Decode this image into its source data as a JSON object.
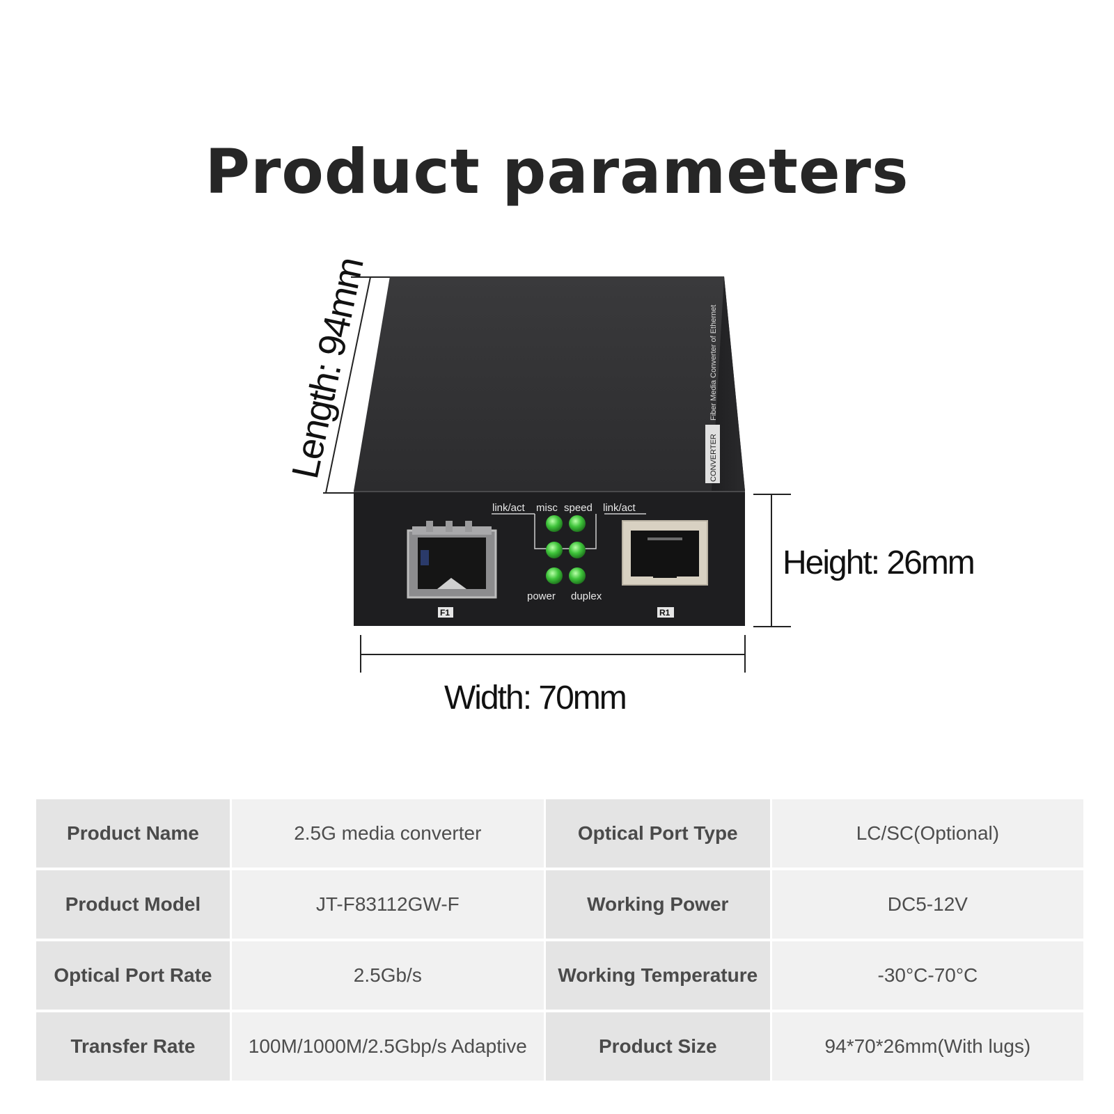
{
  "title": "Product parameters",
  "dimensions": {
    "length": "Length: 94mm",
    "height": "Height: 26mm",
    "width": "Width: 70mm"
  },
  "device": {
    "side_label_box": "CONVERTER",
    "side_label_text": "Fiber Media Converter of Ethernet",
    "led_labels": {
      "link_act_left": "link/act",
      "misc": "misc",
      "speed": "speed",
      "link_act_right": "link/act",
      "power": "power",
      "duplex": "duplex"
    },
    "port_f1": "F1",
    "port_r1": "R1",
    "colors": {
      "body": "#2b2b2b",
      "led": "#3ec43a"
    }
  },
  "specs": [
    {
      "key1": "Product Name",
      "val1": "2.5G media converter",
      "key2": "Optical Port Type",
      "val2": "LC/SC(Optional)"
    },
    {
      "key1": "Product Model",
      "val1": "JT-F83112GW-F",
      "key2": "Working Power",
      "val2": "DC5-12V"
    },
    {
      "key1": "Optical Port Rate",
      "val1": "2.5Gb/s",
      "key2": "Working Temperature",
      "val2": "-30°C-70°C"
    },
    {
      "key1": "Transfer Rate",
      "val1": "100M/1000M/2.5Gbp/s Adaptive",
      "key2": "Product Size",
      "val2": "94*70*26mm(With lugs)"
    }
  ]
}
